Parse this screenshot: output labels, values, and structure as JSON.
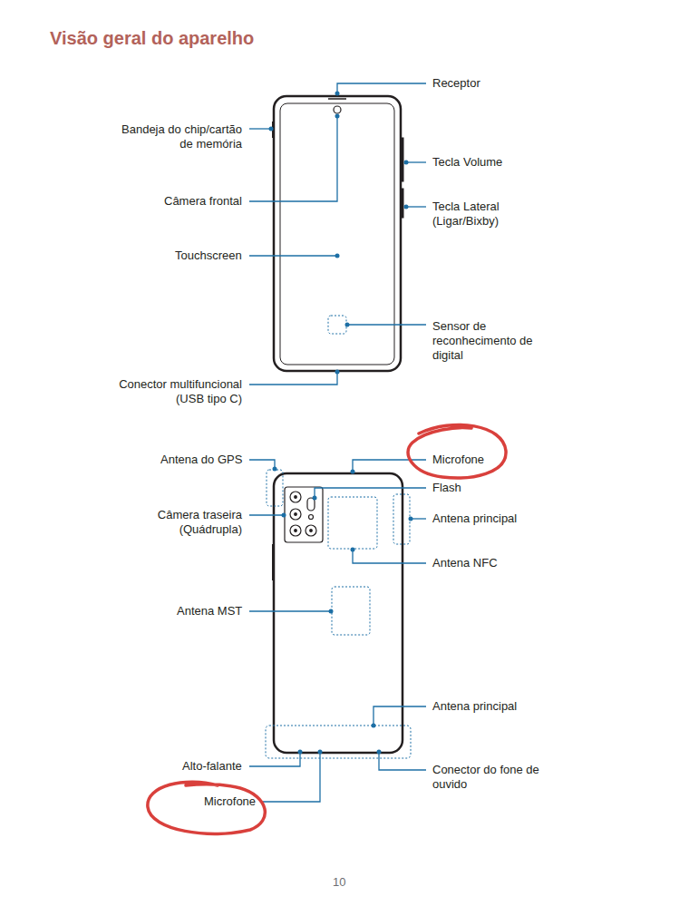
{
  "diagram": {
    "title": "Visão geral do aparelho",
    "labels": [
      "Receptor",
      "Bandeja do chip/cartão de memória",
      "Tecla Volume",
      "Câmera frontal",
      "Tecla Lateral (Ligar/Bixby)",
      "Touchscreen",
      "Sensor de reconhecimento de digital",
      "Conector multifuncional (USB tipo C)",
      "Antena do GPS",
      "Microfone",
      "Flash",
      "Câmera traseira (Quádrupla)",
      "Antena principal",
      "Antena NFC",
      "Antena MST",
      "Antena principal",
      "Alto-falante",
      "Conector do fone de ouvido",
      "Microfone",
      "10"
    ]
  }
}
